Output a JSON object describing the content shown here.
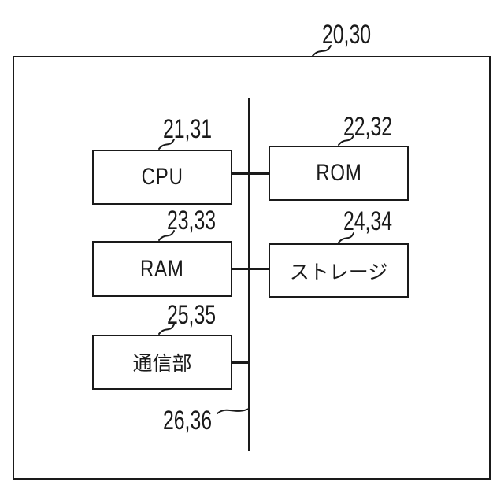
{
  "figure": {
    "device": {
      "ref": "20,30"
    },
    "bus": {
      "ref": "26,36"
    },
    "blocks": [
      {
        "id": "cpu",
        "label": "CPU",
        "ref": "21,31"
      },
      {
        "id": "rom",
        "label": "ROM",
        "ref": "22,32"
      },
      {
        "id": "ram",
        "label": "RAM",
        "ref": "23,33"
      },
      {
        "id": "storage",
        "label": "ストレージ",
        "ref": "24,34"
      },
      {
        "id": "communication-unit",
        "label": "通信部",
        "ref": "25,35"
      }
    ],
    "colors": {
      "line": "#1a1a1a",
      "background": "#ffffff"
    }
  }
}
